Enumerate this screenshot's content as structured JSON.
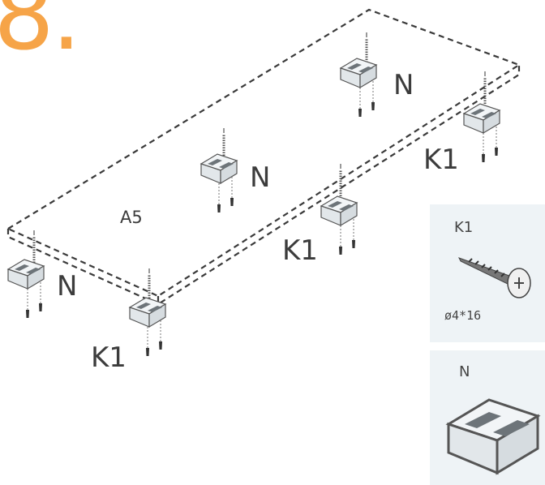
{
  "step": {
    "number": "8."
  },
  "panel": {
    "label": "A5"
  },
  "fittings": [
    {
      "label": "N"
    },
    {
      "label": "N"
    },
    {
      "label": "N"
    },
    {
      "label": "K1"
    },
    {
      "label": "K1"
    },
    {
      "label": "K1"
    }
  ],
  "legend": {
    "screw": {
      "label": "K1",
      "spec": "ø4*16"
    },
    "connector": {
      "label": "N"
    }
  },
  "colors": {
    "step_number": "#f6a448",
    "line": "#3a3a3a",
    "legend_background": "#eef3f6"
  }
}
